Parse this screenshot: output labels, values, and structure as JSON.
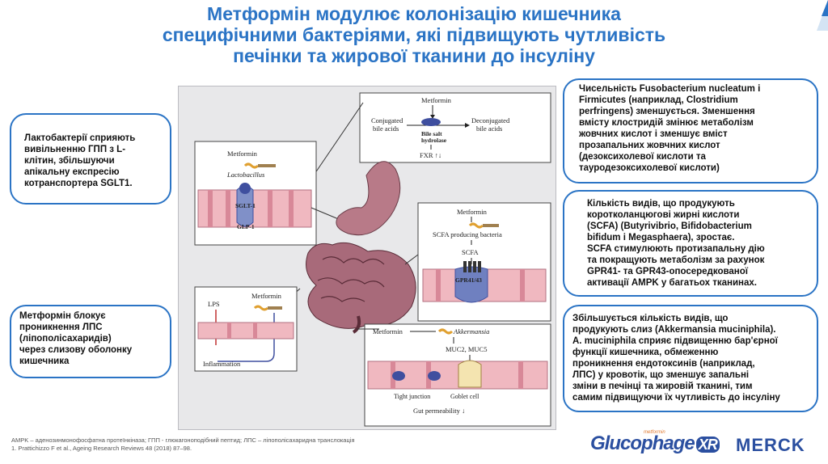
{
  "title": {
    "line1": "Метформін модулює колонізацію кишечника",
    "line2": "специфічними бактеріями, які підвищують чутливість",
    "line3": "печінки та жирової тканини до інсуліну"
  },
  "notes": {
    "lactobacillus": [
      "Лактобактерії сприяють",
      "вивільненню ГПП з L-",
      "клітин, збільшуючи",
      "апікальну експресію",
      "котранспортера SGLT1."
    ],
    "lps": [
      "Метформін блокує",
      "проникнення ЛПС",
      "(ліпополісахаридів)",
      "через слизову оболонку",
      "кишечника"
    ],
    "fusobacterium": [
      "Чисельність Fusobacterium nucleatum і",
      "Firmicutes (наприклад, Clostridium",
      "perfringens) зменшується. Зменшення",
      "вмісту клостридій змінює метаболізм",
      "жовчних кислот і зменшує вміст",
      "прозапальних жовчних кислот",
      "(дезоксихолевої кислоти та",
      "тауродезоксихолевої кислоти)"
    ],
    "scfa": [
      "Кількість видів, що продукують",
      "коротколанцюгові жирні кислоти",
      "(SCFA) (Butyrivibrio, Bifidobacterium",
      "bifidum і Megasphaera), зростає.",
      "SCFA стимулюють протизапальну дію",
      "та покращують метаболізм за рахунок",
      "GPR41- та GPR43-опосередкованої",
      "активації AMPK у багатьох тканинах."
    ],
    "akkermansia": [
      "Збільшується кількість видів, що",
      "продукують слиз (Akkermansia muciniphila).",
      "A. muciniphila сприяє підвищенню бар'єрної",
      "функції кишечника, обмеженню",
      "проникнення ендотоксинів (наприклад,",
      "ЛПС) у кровотік, що зменшує запальні",
      "зміни в печінці та жировій тканині, тим",
      "самим підвищуючи їх чутливість до інсуліну"
    ]
  },
  "figure": {
    "bile": {
      "metformin": "Metformin",
      "conjugated": [
        "Conjugated",
        "bile acids"
      ],
      "deconjugated": [
        "Deconjugated",
        "bile acids"
      ],
      "enzyme": [
        "Bile salt",
        "hydrolase"
      ],
      "fxr": "FXR ↑↓"
    },
    "lacto": {
      "metformin": "Metformin",
      "bacteria": "Lactobacillus",
      "sglt": "SGLT-1",
      "glp": "GLP-1"
    },
    "scfa": {
      "metformin": "Metformin",
      "bacteria": "SCFA producing bacteria",
      "scfa": "SCFA",
      "receptor": "GPR41/43"
    },
    "lps": {
      "lps": "LPS",
      "metformin": "Metformin",
      "inflammation": "Inflammation"
    },
    "akk": {
      "metformin": "Metformin",
      "bacteria": "Akkermansia",
      "muc": "MUC2, MUC5",
      "tight": "Tight junction",
      "goblet": "Goblet cell",
      "perm": "Gut permeability ↓"
    }
  },
  "footnotes": {
    "line1": "AMPK – аденозинмонофосфатна протеїнкіназа; ГПП - глюкагоноподібний пептид; ЛПС – ліпополісахаридна транслокація",
    "line2": "1. Prattichizzo F et al., Ageing Research Reviews 48 (2018) 87–98."
  },
  "logos": {
    "glucophage": "Glucophage",
    "xr": "XR",
    "metformin_sup": "metformin",
    "merck": "MERCK"
  },
  "colors": {
    "title": "#2b74c5",
    "border": "#2b74c5",
    "figure_bg": "#e8e8ea",
    "gut_tissue": "#f0b8c0",
    "receptor": "#3f4f9f"
  }
}
